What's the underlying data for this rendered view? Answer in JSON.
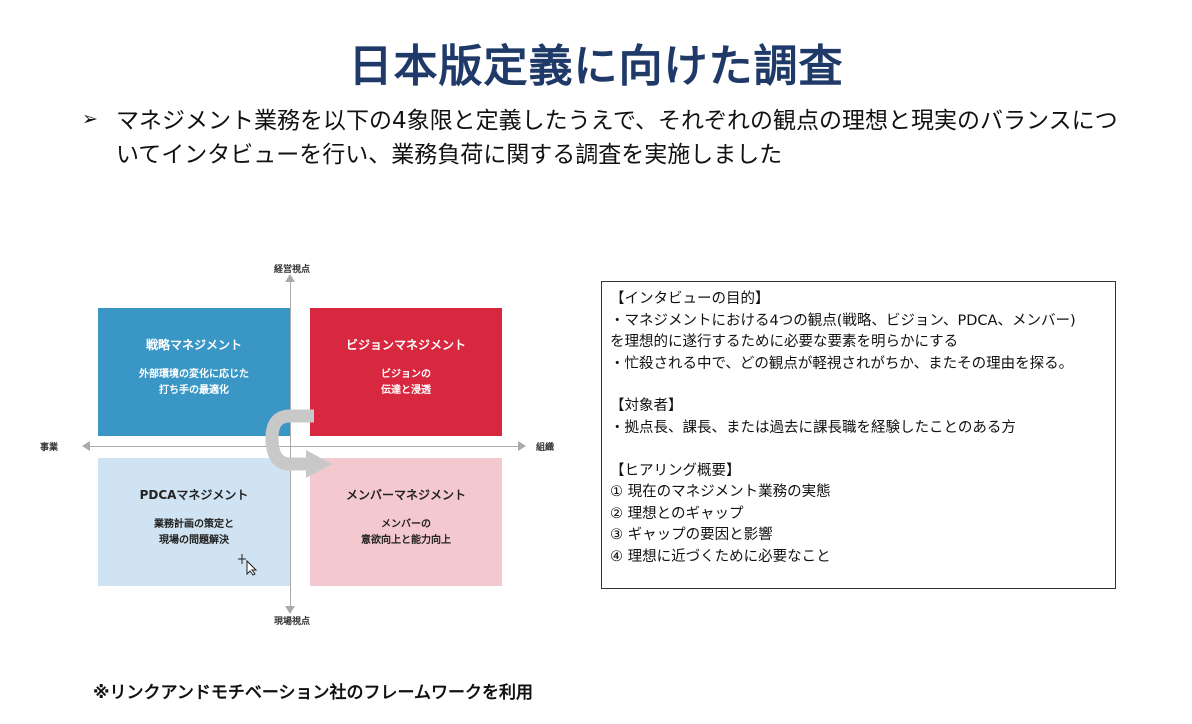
{
  "slide": {
    "title": "日本版定義に向けた調査",
    "bullet_marker": "➢",
    "bullet_text": "マネジメント業務を以下の4象限と定義したうえで、それぞれの観点の理想と現実のバランスについてインタビューを行い、業務負荷に関する調査を実施しました",
    "footnote": "※リンクアンドモチベーション社のフレームワークを利用"
  },
  "diagram": {
    "axis_top": "経営視点",
    "axis_bottom": "現場視点",
    "axis_left": "事業",
    "axis_right": "組織",
    "quadrants": [
      {
        "title": "戦略マネジメント",
        "desc": "外部環境の変化に応じた\n打ち手の最適化",
        "color": "#3a96c5"
      },
      {
        "title": "ビジョンマネジメント",
        "desc": "ビジョンの\n伝達と浸透",
        "color": "#d8283f"
      },
      {
        "title": "PDCAマネジメント",
        "desc": "業務計画の策定と\n現場の問題解決",
        "color": "#cfe3f2"
      },
      {
        "title": "メンバーマネジメント",
        "desc": "メンバーの\n意欲向上と能力向上",
        "color": "#f4c8cf"
      }
    ],
    "cycle_icon": "cycle-arrow-icon",
    "cursor_icon": "cursor-icon"
  },
  "info_box": {
    "sections": [
      {
        "lines": [
          "【インタビューの目的】",
          "・マネジメントにおける4つの観点(戦略、ビジョン、PDCA、メンバー)",
          "を理想的に遂行するために必要な要素を明らかにする",
          "・忙殺される中で、どの観点が軽視されがちか、またその理由を探る。"
        ]
      },
      {
        "lines": [
          "【対象者】",
          "・拠点長、課長、または過去に課長職を経験したことのある方"
        ]
      },
      {
        "lines": [
          "【ヒアリング概要】",
          "① 現在のマネジメント業務の実態",
          "② 理想とのギャップ",
          "③ ギャップの要因と影響",
          "④ 理想に近づくために必要なこと"
        ]
      }
    ]
  }
}
